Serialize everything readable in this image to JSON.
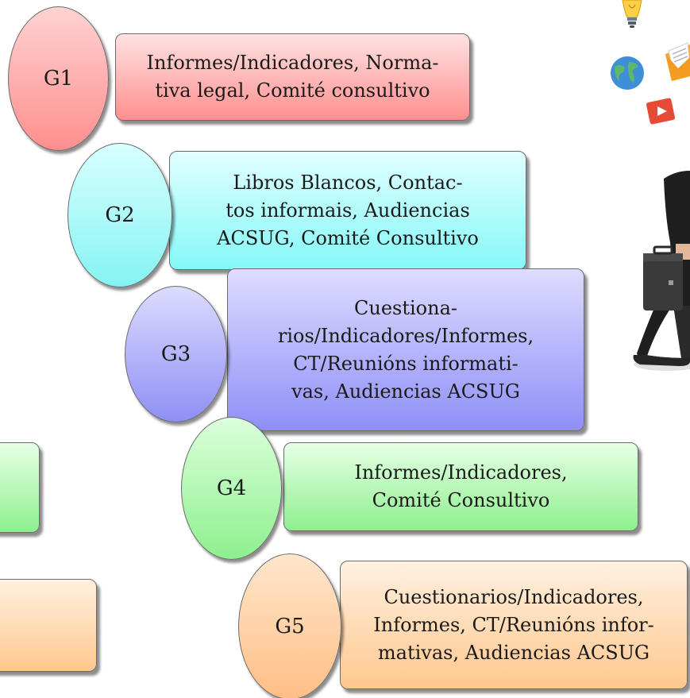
{
  "groups": [
    {
      "id": "G1",
      "label": "G1",
      "lines": [
        "Informes/Indicadores, Norma-",
        "tiva legal, Comité consultivo"
      ],
      "fill_top": "#ffe2e2",
      "fill_bottom": "#ff8f8f"
    },
    {
      "id": "G2",
      "label": "G2",
      "lines": [
        "Libros Blancos, Contac-",
        "tos informais, Audiencias",
        "ACSUG, Comité Consultivo"
      ],
      "fill_top": "#e0ffff",
      "fill_bottom": "#86f7f7"
    },
    {
      "id": "G3",
      "label": "G3",
      "lines": [
        "Cuestiona-",
        "rios/Indicadores/Informes,",
        "CT/Reunións informati-",
        "vas, Audiencias ACSUG"
      ],
      "fill_top": "#dedcff",
      "fill_bottom": "#8f8ff8"
    },
    {
      "id": "G4",
      "label": "G4",
      "lines": [
        "Informes/Indicadores,",
        "Comité Consultivo"
      ],
      "fill_top": "#e6ffe6",
      "fill_bottom": "#8ef08e"
    },
    {
      "id": "G5",
      "label": "G5",
      "lines": [
        "Cuestionarios/Indicadores,",
        "Informes, CT/Reunións infor-",
        "mativas, Audiencias ACSUG"
      ],
      "fill_top": "#fff0e0",
      "fill_bottom": "#ffc88e"
    }
  ],
  "decorations": {
    "icons": [
      "lightbulb-icon",
      "globe-icon",
      "envelope-icon",
      "video-play-icon"
    ],
    "figure": "person-with-briefcase-illustration"
  }
}
